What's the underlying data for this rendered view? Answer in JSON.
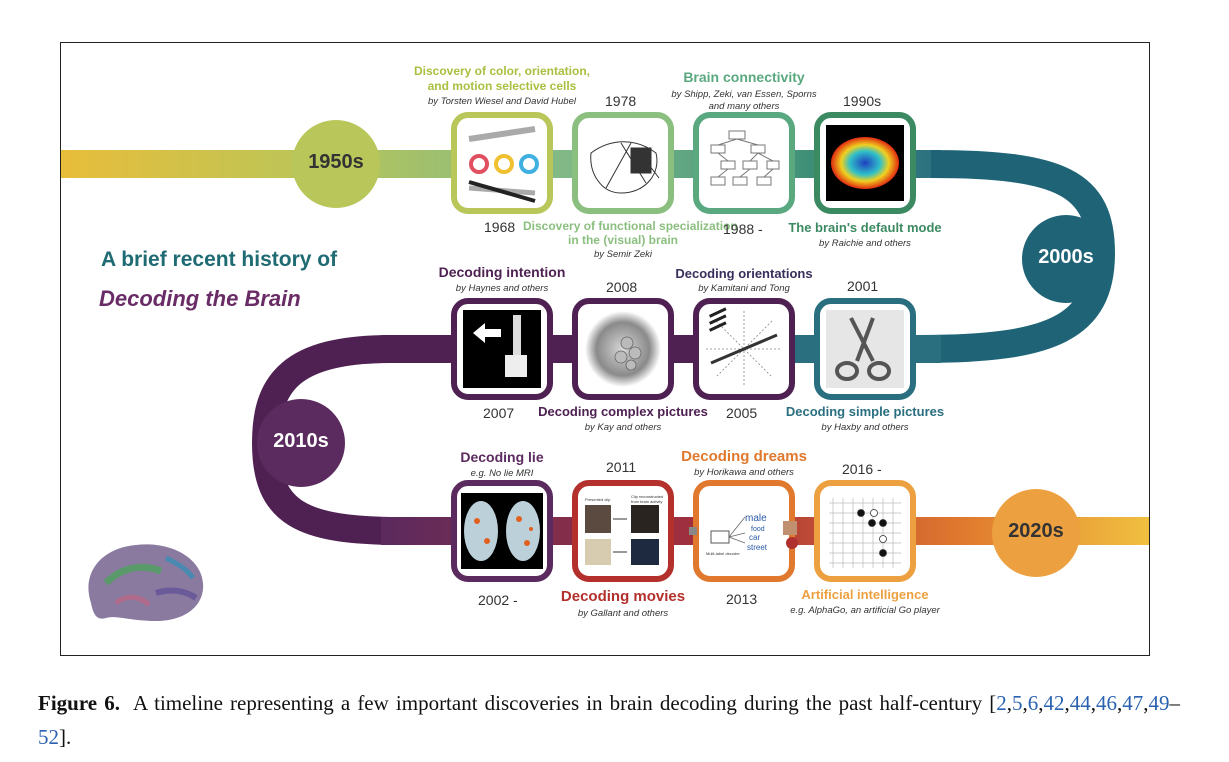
{
  "colors": {
    "yellow": "#e8bd3a",
    "lime": "#b8c65a",
    "green1": "#a8c558",
    "green2": "#8bbf7f",
    "green3": "#5aa880",
    "green4": "#3c8a62",
    "teal": "#2a6f80",
    "teal_dark": "#1f6476",
    "purple": "#5b2a5e",
    "purple_dark": "#4e2152",
    "red": "#b3302c",
    "orange": "#e0782e",
    "orange_light": "#eda040",
    "decade_orange": "#f0a030"
  },
  "title": {
    "line1": "A brief recent history of",
    "line2": "Decoding the Brain"
  },
  "decades": {
    "d1950": "1950s",
    "d2000": "2000s",
    "d2010": "2010s",
    "d2020": "2020s"
  },
  "row1": {
    "cells": {
      "heading": "Discovery of color, orientation,",
      "heading2": "and motion selective cells",
      "by": "by Torsten Wiesel and David Hubel",
      "year": "1968"
    },
    "zeki": {
      "heading": "Discovery of functional specialization",
      "heading2": "in the (visual) brain",
      "by": "by Semir Zeki",
      "year": "1978"
    },
    "connectivity": {
      "heading": "Brain connectivity",
      "by": "by Shipp, Zeki, van Essen, Sporns",
      "by2": "and many others",
      "year": "1988 -"
    },
    "default_mode": {
      "heading": "The brain's default mode",
      "by": "by Raichie and others",
      "year": "1990s"
    }
  },
  "row2": {
    "intention": {
      "heading": "Decoding intention",
      "by": "by Haynes and others",
      "year": "2007"
    },
    "complex": {
      "heading": "Decoding complex pictures",
      "by": "by Kay and others",
      "year": "2008"
    },
    "orientations": {
      "heading": "Decoding orientations",
      "by": "by Kamitani and Tong",
      "year": "2005"
    },
    "simple": {
      "heading": "Decoding simple pictures",
      "by": "by Haxby and others",
      "year": "2001"
    }
  },
  "row3": {
    "lie": {
      "heading": "Decoding lie",
      "by": "e.g. No lie MRI",
      "year": "2002 -"
    },
    "movies": {
      "heading": "Decoding movies",
      "by": "by Gallant and others",
      "year": "2011",
      "panel_label1": "Presented clip",
      "panel_label2": "Clip reconstructed",
      "panel_label3": "from brain activity"
    },
    "dreams": {
      "heading": "Decoding dreams",
      "by": "by Horikawa and others",
      "year": "2013",
      "words": [
        "male",
        "food",
        "car",
        "street"
      ],
      "decoder_label": "Multi-label decoder"
    },
    "ai": {
      "heading": "Artificial intelligence",
      "by": "e.g. AlphaGo, an artificial Go player",
      "year": "2016 -"
    }
  },
  "caption": {
    "label": "Figure 6.",
    "text": "A timeline representing a few important discoveries in brain decoding during the past half-century [",
    "refs": [
      "2",
      "5",
      "6",
      "42",
      "44",
      "46",
      "47",
      "49",
      "52"
    ],
    "end": "]."
  }
}
